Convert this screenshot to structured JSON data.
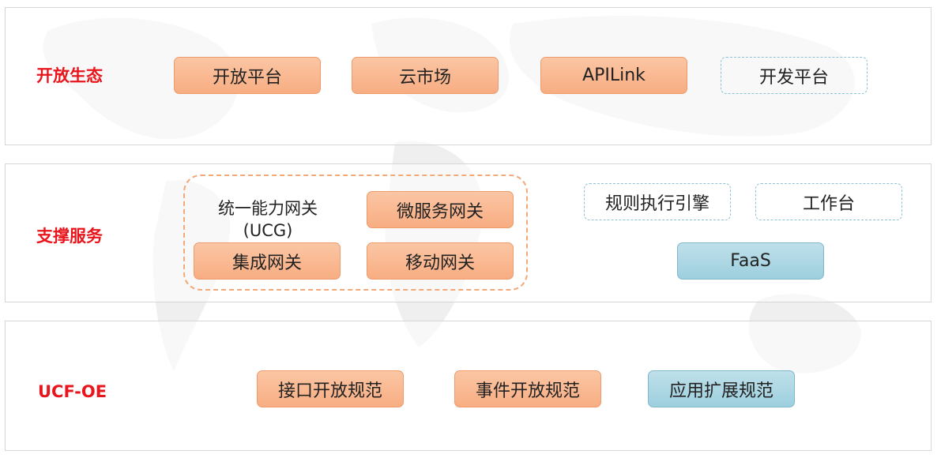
{
  "layers": [
    {
      "title": "开放生态",
      "items": [
        "开放平台",
        "云市场",
        "APILink",
        "开发平台"
      ]
    },
    {
      "title": "支撑服务",
      "group": {
        "ucg_line1": "统一能力网关",
        "ucg_line2": "(UCG)",
        "items": [
          "微服务网关",
          "集成网关",
          "移动网关"
        ]
      },
      "items": [
        "规则执行引擎",
        "工作台",
        "FaaS"
      ]
    },
    {
      "title": "UCF-OE",
      "items": [
        "接口开放规范",
        "事件开放规范",
        "应用扩展规范"
      ]
    }
  ],
  "colors": {
    "title": "#e8161c",
    "orange_fill": "#f8ad82",
    "blue_fill": "#9dcfde",
    "dashed_blue_border": "#8cc3d6",
    "group_border": "#f3a877"
  }
}
